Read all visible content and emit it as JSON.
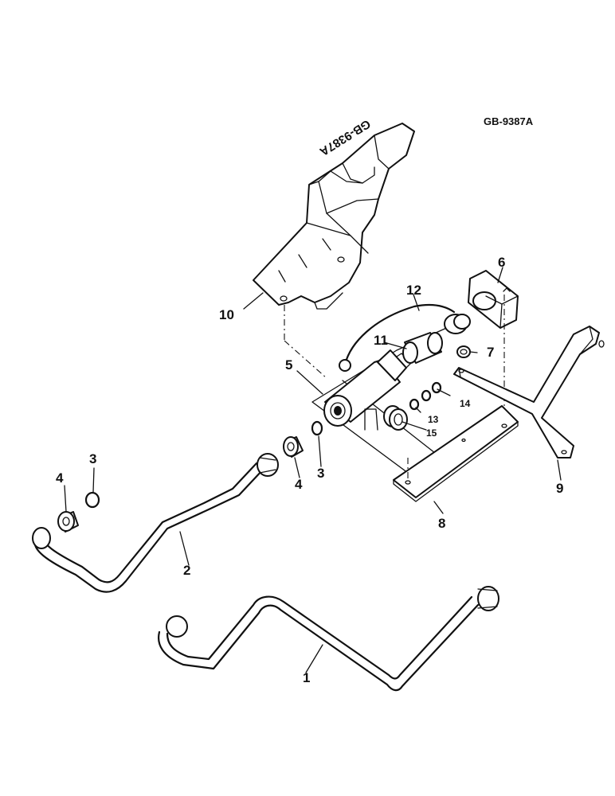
{
  "drawing": {
    "code": "GB-9387A",
    "bracket_stamp": "GB-9387A"
  },
  "callouts": {
    "c1": "1",
    "c2": "2",
    "c3a": "3",
    "c3b": "3",
    "c4a": "4",
    "c4b": "4",
    "c5": "5",
    "c6": "6",
    "c7": "7",
    "c8": "8",
    "c9": "9",
    "c10": "10",
    "c11": "11",
    "c12": "12",
    "c13": "13",
    "c14": "14",
    "c15": "15"
  }
}
